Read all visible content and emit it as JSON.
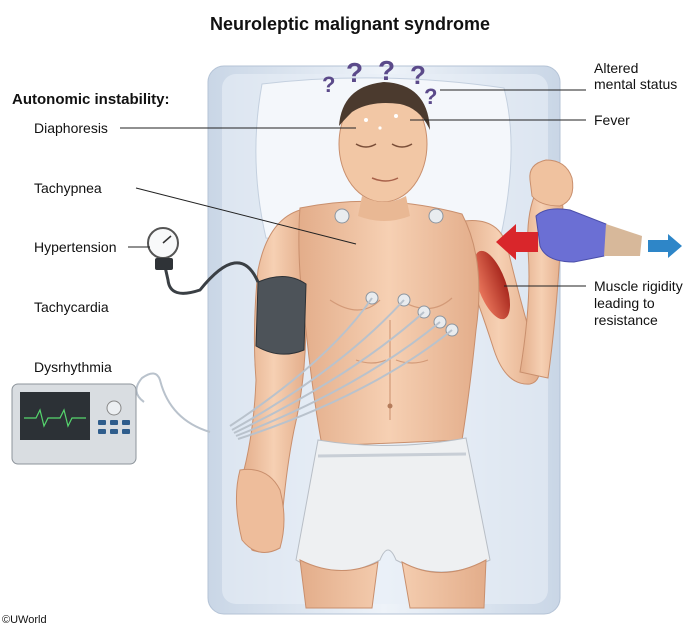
{
  "title": "Neuroleptic malignant syndrome",
  "left_group_heading": "Autonomic instability:",
  "labels": {
    "diaphoresis": "Diaphoresis",
    "tachypnea": "Tachypnea",
    "hypertension": "Hypertension",
    "tachycardia": "Tachycardia",
    "dysrhythmia": "Dysrhythmia",
    "altered_line1": "Altered",
    "altered_line2": "mental status",
    "fever": "Fever",
    "rigidity_line1": "Muscle rigidity",
    "rigidity_line2": "leading to",
    "rigidity_line3": "resistance"
  },
  "copyright": "©UWorld",
  "colors": {
    "skin": "#f2c7a5",
    "skin_shade": "#dca27f",
    "bed": "#dfe8f3",
    "glove": "#6b6fd4",
    "red_arrow": "#d9262b",
    "blue_arrow": "#2e86c8",
    "muscle": "#c0392b",
    "question": "#5b4a8a"
  },
  "icons": [
    "question-mark-icon",
    "sphygmomanometer-icon",
    "ecg-monitor-icon",
    "ecg-electrode-icon"
  ]
}
